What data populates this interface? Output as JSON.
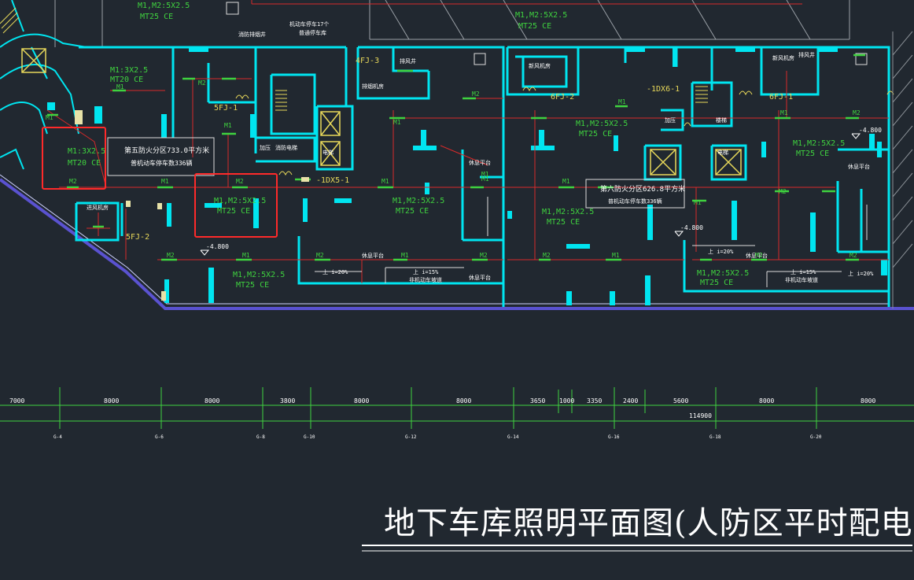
{
  "drawing": {
    "title": "地下车库照明平面图(人防区平时配电)",
    "colors": {
      "background": "#212830",
      "wall": "#00e5f0",
      "wire": "#d82a2a",
      "label": "#3fd23f",
      "text": "#ffffff",
      "highlight": "#ff2a2a",
      "boundary": "#5a52d0"
    }
  },
  "info_boxes": [
    {
      "line1": "第五防火分区733.0平方米",
      "line2": "普机动车停车数336辆"
    },
    {
      "line1": "第六防火分区626.8平方米",
      "line2": "普机动车停车数336辆"
    }
  ],
  "top_labels": {
    "fan_room": "消防排烟井",
    "parking_note1": "机动车停车17个",
    "parking_note2": "普通停车库"
  },
  "cable_labels": [
    {
      "l1": "M1:3X2.5",
      "l2": "MT20 CE"
    },
    {
      "l1": "M1:3X2.5",
      "l2": "MT20 CE"
    },
    {
      "l1": "M1,M2:5X2.5",
      "l2": "MT25 CE"
    },
    {
      "l1": "M1,M2:5X2.5",
      "l2": "MT25 CE"
    },
    {
      "l1": "M1,M2:5X2.5",
      "l2": "MT25 CE"
    },
    {
      "l1": "M1,M2:5X2.5",
      "l2": "MT25 CE"
    },
    {
      "l1": "M1,M2:5X2.5",
      "l2": "MT25 CE"
    },
    {
      "l1": "M1,M2:5X2.5",
      "l2": "MT25 CE"
    },
    {
      "l1": "M1,M2:5X2.5",
      "l2": "MT25 CE"
    },
    {
      "l1": "M1,M2:5X2.5",
      "l2": "MT25 CE"
    },
    {
      "l1": "M1,M2:5X2.5",
      "l2": "MT25 CE"
    }
  ],
  "equipment_labels": [
    "4FJ-3",
    "5FJ-1",
    "5FJ-2",
    "6FJ-2",
    "6FJ-1",
    "-1DX5-1",
    "-1DX6-1"
  ],
  "room_labels": [
    "排烟机房",
    "进风机房",
    "新风机房",
    "排风井",
    "新风机房",
    "排风井",
    "加压",
    "消防电梯",
    "电梯",
    "电梯",
    "加压",
    "楼梯",
    "休息平台",
    "休息平台",
    "休息平台",
    "休息平台",
    "休息平台",
    "非机动车坡道",
    "非机动车坡道",
    "上 i=20%",
    "上 i=20%",
    "上 i=15%",
    "上 i=15%",
    "上 i=20%"
  ],
  "circuit_tags": [
    "M1",
    "M2"
  ],
  "elevations": [
    "-4.800",
    "-4.800",
    "-4.800"
  ],
  "dimensions": [
    "7000",
    "8000",
    "8000",
    "3800",
    "8000",
    "8000",
    "3650",
    "1000",
    "3350",
    "2400",
    "5600",
    "8000",
    "8000"
  ],
  "dimension_total": "114900",
  "axis_labels": [
    "G-4",
    "G-6",
    "G-8",
    "G-10",
    "G-12",
    "G-14",
    "G-16",
    "G-18",
    "G-20"
  ]
}
